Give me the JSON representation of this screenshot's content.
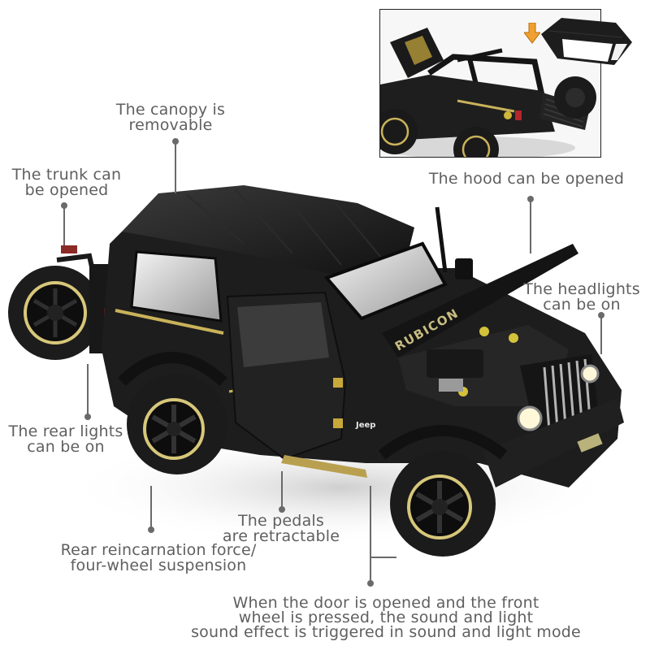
{
  "product": {
    "model_badge": "RUBICON",
    "brand_badge": "Jeep",
    "colors": {
      "body": "#1c1c1c",
      "accent_gold": "#c9b25a",
      "label_text": "#5f5f5f",
      "callout_line": "#6a6a6a",
      "arrow_orange": "#f0a030"
    }
  },
  "inset": {
    "description": "Jeep with canopy removed, roof shown separately",
    "arrow_icon": "down-arrow-icon"
  },
  "callouts": [
    {
      "id": "canopy",
      "text": "The canopy is\nremovable"
    },
    {
      "id": "trunk",
      "text": "The trunk can\nbe opened"
    },
    {
      "id": "hood",
      "text": "The hood can be opened"
    },
    {
      "id": "headlights",
      "text": "The headlights\ncan be on"
    },
    {
      "id": "rear_lights",
      "text": "The rear lights\ncan be on"
    },
    {
      "id": "pedals",
      "text": "The pedals\nare retractable"
    },
    {
      "id": "suspension",
      "text": "Rear reincarnation force/\nfour-wheel suspension"
    },
    {
      "id": "sound",
      "text": "When the door is opened and the front\nwheel is pressed, the sound and light\nsound effect is triggered in sound and light mode"
    }
  ]
}
